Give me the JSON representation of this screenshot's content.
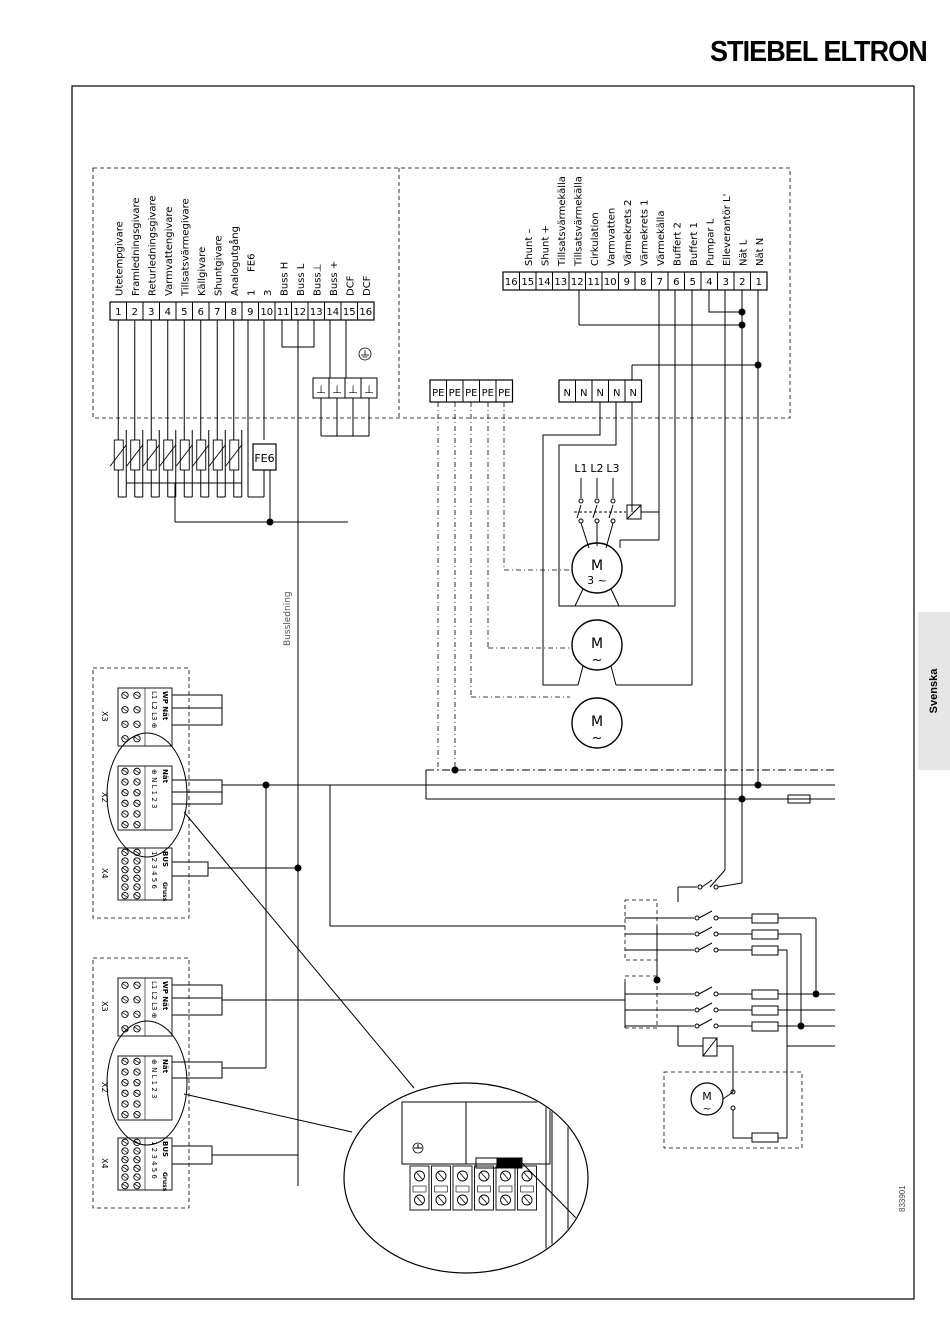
{
  "brand": {
    "logo_text": "STIEBEL ELTRON"
  },
  "side_tab": {
    "label": "Svenska"
  },
  "document_number": "833901",
  "left_terminals": {
    "numbers": [
      "1",
      "2",
      "3",
      "4",
      "5",
      "6",
      "7",
      "8",
      "9",
      "10",
      "11",
      "12",
      "13",
      "14",
      "15",
      "16"
    ],
    "labels": [
      "Utetempgivare",
      "Framledningsgivare",
      "Returledningsgivare",
      "Varmvattengivare",
      "Tillsatsvärmegivare",
      "Källgivare",
      "Shuntgivare",
      "Analogutgång",
      "1",
      "3",
      "Buss H",
      "Buss L",
      "Buss⊥",
      "Buss +",
      "DCF",
      "DCF"
    ],
    "fe6_top": "FE6",
    "fe6_box": "FE6",
    "ground_symbol": "⊥"
  },
  "right_terminals": {
    "numbers": [
      "16",
      "15",
      "14",
      "13",
      "12",
      "11",
      "10",
      "9",
      "8",
      "7",
      "6",
      "5",
      "4",
      "3",
      "2",
      "1"
    ],
    "labels": [
      "Shunt –",
      "Shunt +",
      "Tillsatsvärmekälla",
      "Tillsatsvärmekälla",
      "Cirkulation",
      "Varmvatten",
      "Värmekrets 2",
      "Värmekrets 1",
      "Värmekälla",
      "Buffert 2",
      "Buffert 1",
      "Pumpar L",
      "Elleverantör L'",
      "Nät L",
      "Nät N"
    ]
  },
  "pe_block": [
    "PE",
    "PE",
    "PE",
    "PE",
    "PE"
  ],
  "n_block": [
    "N",
    "N",
    "N",
    "N",
    "N"
  ],
  "phase_labels": [
    "L1",
    "L2",
    "L3"
  ],
  "motors": {
    "letter": "M",
    "three_phase": "3 ~",
    "single_phase": "~"
  },
  "bus_cable_label": "Bussledning",
  "module_blocks": {
    "x3_label": "X3",
    "x2_label": "X2",
    "x4_label": "X4",
    "x3_terminals": "L1 L2 L3 ⊕",
    "x3_caption": "WP Nät",
    "x2_terminals": "⊕ N L 1 2 3",
    "x2_caption": "Nät",
    "x4_terminals": "1 2 3 4 5 6",
    "x4_caption": "BUS",
    "x4_caption2": "Gruss"
  }
}
